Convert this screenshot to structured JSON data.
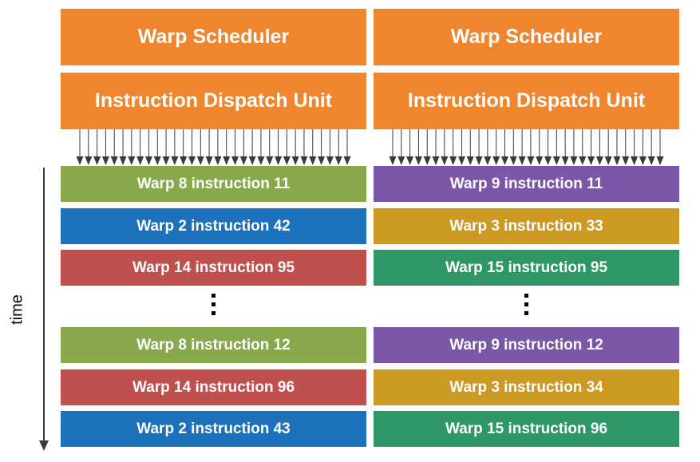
{
  "time_label": "time",
  "colors": {
    "orange": "#F0852F",
    "green": "#87A84B",
    "blue": "#1B71BB",
    "red": "#C0504D",
    "purple": "#7B57A8",
    "gold": "#CC9A22",
    "teal": "#2E9765",
    "arrow": "#3a3a3a"
  },
  "left": {
    "scheduler": "Warp Scheduler",
    "dispatch": "Instruction Dispatch Unit",
    "instructions": [
      {
        "label": "Warp 8 instruction 11",
        "color": "green"
      },
      {
        "label": "Warp 2 instruction 42",
        "color": "blue"
      },
      {
        "label": "Warp 14 instruction 95",
        "color": "red"
      },
      {
        "label": "Warp 8 instruction 12",
        "color": "green"
      },
      {
        "label": "Warp 14 instruction 96",
        "color": "red"
      },
      {
        "label": "Warp 2 instruction 43",
        "color": "blue"
      }
    ]
  },
  "right": {
    "scheduler": "Warp Scheduler",
    "dispatch": "Instruction Dispatch Unit",
    "instructions": [
      {
        "label": "Warp 9 instruction 11",
        "color": "purple"
      },
      {
        "label": "Warp 3 instruction 33",
        "color": "gold"
      },
      {
        "label": "Warp 15 instruction 95",
        "color": "teal"
      },
      {
        "label": "Warp 9 instruction 12",
        "color": "purple"
      },
      {
        "label": "Warp 3 instruction 34",
        "color": "gold"
      },
      {
        "label": "Warp 15 instruction 96",
        "color": "teal"
      }
    ]
  }
}
